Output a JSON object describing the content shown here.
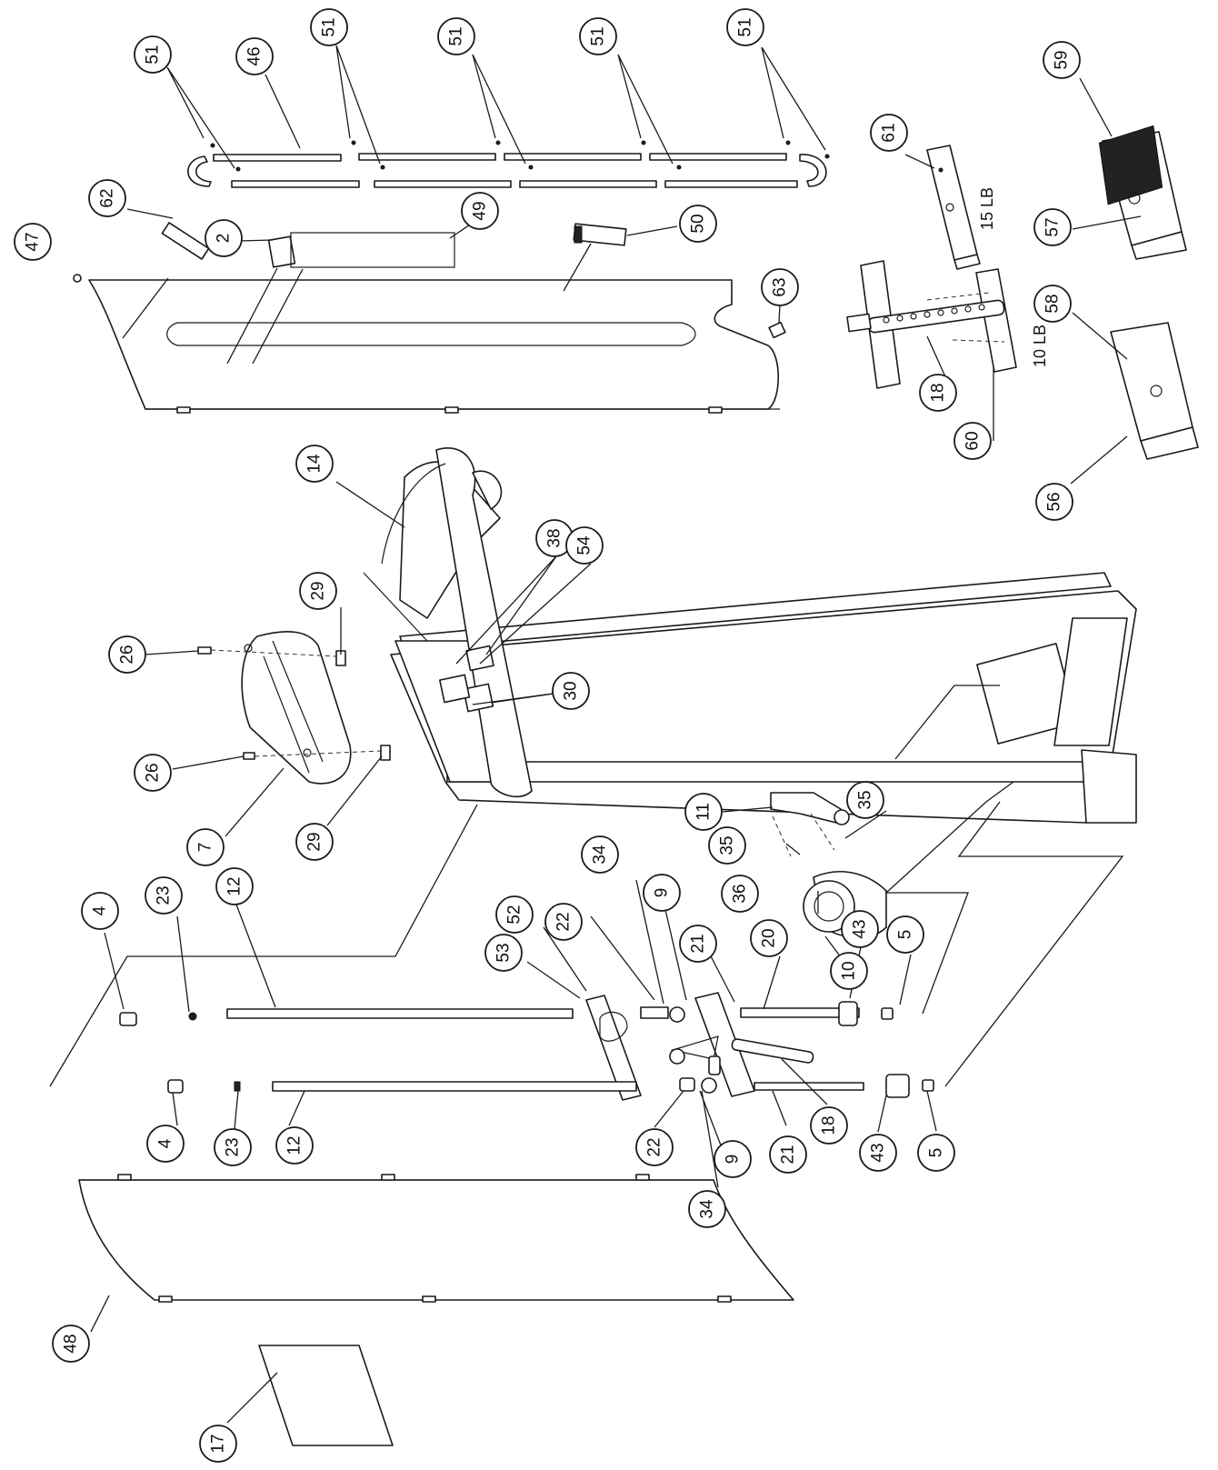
{
  "diagram": {
    "weight_labels": [
      "15 LB",
      "10 LB"
    ],
    "callouts": [
      {
        "label": "51"
      },
      {
        "label": "46"
      },
      {
        "label": "51"
      },
      {
        "label": "51"
      },
      {
        "label": "51"
      },
      {
        "label": "51"
      },
      {
        "label": "59"
      },
      {
        "label": "61"
      },
      {
        "label": "57"
      },
      {
        "label": "62"
      },
      {
        "label": "2"
      },
      {
        "label": "49"
      },
      {
        "label": "50"
      },
      {
        "label": "47"
      },
      {
        "label": "63"
      },
      {
        "label": "58"
      },
      {
        "label": "18"
      },
      {
        "label": "60"
      },
      {
        "label": "56"
      },
      {
        "label": "14"
      },
      {
        "label": "38"
      },
      {
        "label": "54"
      },
      {
        "label": "29"
      },
      {
        "label": "26"
      },
      {
        "label": "30"
      },
      {
        "label": "26"
      },
      {
        "label": "7"
      },
      {
        "label": "29"
      },
      {
        "label": "11"
      },
      {
        "label": "35"
      },
      {
        "label": "35"
      },
      {
        "label": "36"
      },
      {
        "label": "34"
      },
      {
        "label": "9"
      },
      {
        "label": "52"
      },
      {
        "label": "22"
      },
      {
        "label": "21"
      },
      {
        "label": "20"
      },
      {
        "label": "4"
      },
      {
        "label": "23"
      },
      {
        "label": "12"
      },
      {
        "label": "53"
      },
      {
        "label": "10"
      },
      {
        "label": "43"
      },
      {
        "label": "5"
      },
      {
        "label": "4"
      },
      {
        "label": "23"
      },
      {
        "label": "12"
      },
      {
        "label": "22"
      },
      {
        "label": "9"
      },
      {
        "label": "21"
      },
      {
        "label": "18"
      },
      {
        "label": "43"
      },
      {
        "label": "5"
      },
      {
        "label": "34"
      },
      {
        "label": "48"
      },
      {
        "label": "17"
      }
    ]
  }
}
